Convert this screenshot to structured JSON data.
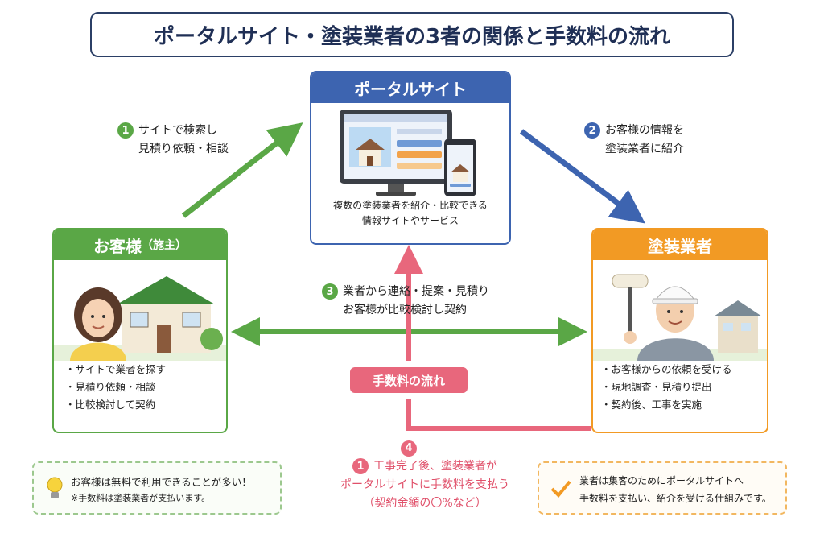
{
  "title": "ポータルサイト・塗装業者の3者の関係と手数料の流れ",
  "portal": {
    "heading": "ポータルサイト",
    "desc_line1": "複数の塗装業者を紹介・比較できる",
    "desc_line2": "情報サイトやサービス"
  },
  "customer": {
    "heading": "お客様",
    "heading_sub": "（施主）",
    "items": [
      "サイトで業者を探す",
      "見積り依頼・相談",
      "比較検討して契約"
    ]
  },
  "painter": {
    "heading": "塗装業者",
    "items": [
      "お客様からの依頼を受ける",
      "現地調査・見積り提出",
      "契約後、工事を実施"
    ]
  },
  "steps": {
    "s1": {
      "num": "1",
      "line1": "サイトで検索し",
      "line2": "見積り依頼・相談"
    },
    "s2": {
      "num": "2",
      "line1": "お客様の情報を",
      "line2": "塗装業者に紹介"
    },
    "s3": {
      "num": "3",
      "line1": "業者から連絡・提案・見積り",
      "line2": "お客様が比較検討し契約"
    },
    "s4": {
      "num": "4",
      "sub_num": "1",
      "line1": "工事完了後、塗装業者が",
      "line2": "ポータルサイトに手数料を支払う",
      "line3": "（契約金額の〇%など）"
    }
  },
  "fee_label": "手数料の流れ",
  "note_left": {
    "line1": "お客様は無料で利用できることが多い！",
    "line2": "※手数料は塗装業者が支払います。"
  },
  "note_right": {
    "line1": "業者は集客のためにポータルサイトへ",
    "line2": "手数料を支払い、紹介を受ける仕組みです。"
  },
  "colors": {
    "blue": "#3d64b0",
    "green": "#5aa746",
    "orange": "#f29a24",
    "pink": "#e8677c",
    "navy": "#1f2f55"
  }
}
